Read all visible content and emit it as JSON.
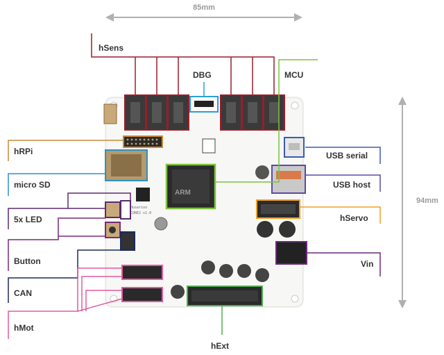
{
  "dimensions": {
    "width_label": "85mm",
    "height_label": "94mm"
  },
  "labels": {
    "hsens": "hSens",
    "dbg": "DBG",
    "mcu": "MCU",
    "hrpi": "hRPi",
    "usb_serial": "USB serial",
    "micro_sd": "micro SD",
    "usb_host": "USB host",
    "led": "5x LED",
    "hservo": "hServo",
    "button": "Button",
    "vin": "Vin",
    "can": "CAN",
    "hmot": "hMot",
    "hext": "hExt"
  },
  "board": {
    "brand": "Husarion",
    "model": "CORE2 v1.0",
    "chip_mark": "ARM"
  },
  "colors": {
    "hsens": "#9b1c2a",
    "dbg": "#2a9fd8",
    "mcu": "#7cc23e",
    "hrpi": "#c98a3a",
    "usb_serial": "#3b5bb5",
    "micro_sd": "#2f8fc9",
    "usb_host": "#5b4aa8",
    "led": "#5b2a6e",
    "hservo": "#f0a020",
    "button": "#7a2a7a",
    "vin": "#6a2a7a",
    "can": "#1a2a5a",
    "hmot": "#e05aa0",
    "hext": "#4caf50"
  }
}
